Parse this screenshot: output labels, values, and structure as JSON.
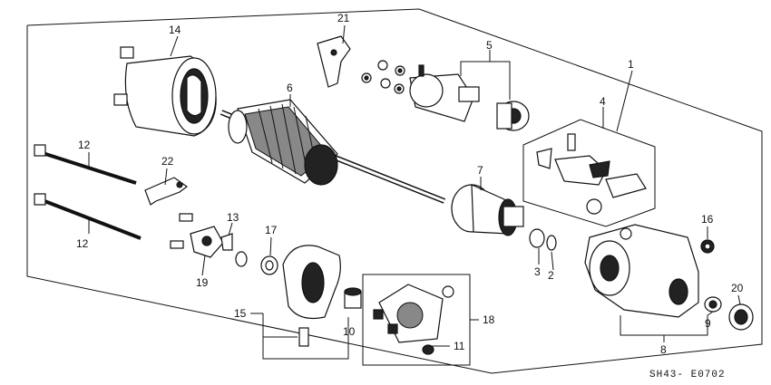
{
  "diagram_code": "SH43- E0702",
  "callouts": [
    {
      "id": "c1",
      "text": "1"
    },
    {
      "id": "c2",
      "text": "2"
    },
    {
      "id": "c3",
      "text": "3"
    },
    {
      "id": "c4",
      "text": "4"
    },
    {
      "id": "c5",
      "text": "5"
    },
    {
      "id": "c6",
      "text": "6"
    },
    {
      "id": "c7",
      "text": "7"
    },
    {
      "id": "c8",
      "text": "8"
    },
    {
      "id": "c9",
      "text": "9"
    },
    {
      "id": "c10",
      "text": "10"
    },
    {
      "id": "c11",
      "text": "11"
    },
    {
      "id": "c12a",
      "text": "12"
    },
    {
      "id": "c12b",
      "text": "12"
    },
    {
      "id": "c13",
      "text": "13"
    },
    {
      "id": "c14",
      "text": "14"
    },
    {
      "id": "c15",
      "text": "15"
    },
    {
      "id": "c16",
      "text": "16"
    },
    {
      "id": "c17",
      "text": "17"
    },
    {
      "id": "c18",
      "text": "18"
    },
    {
      "id": "c19",
      "text": "19"
    },
    {
      "id": "c20",
      "text": "20"
    },
    {
      "id": "c21",
      "text": "21"
    },
    {
      "id": "c22",
      "text": "22"
    }
  ]
}
